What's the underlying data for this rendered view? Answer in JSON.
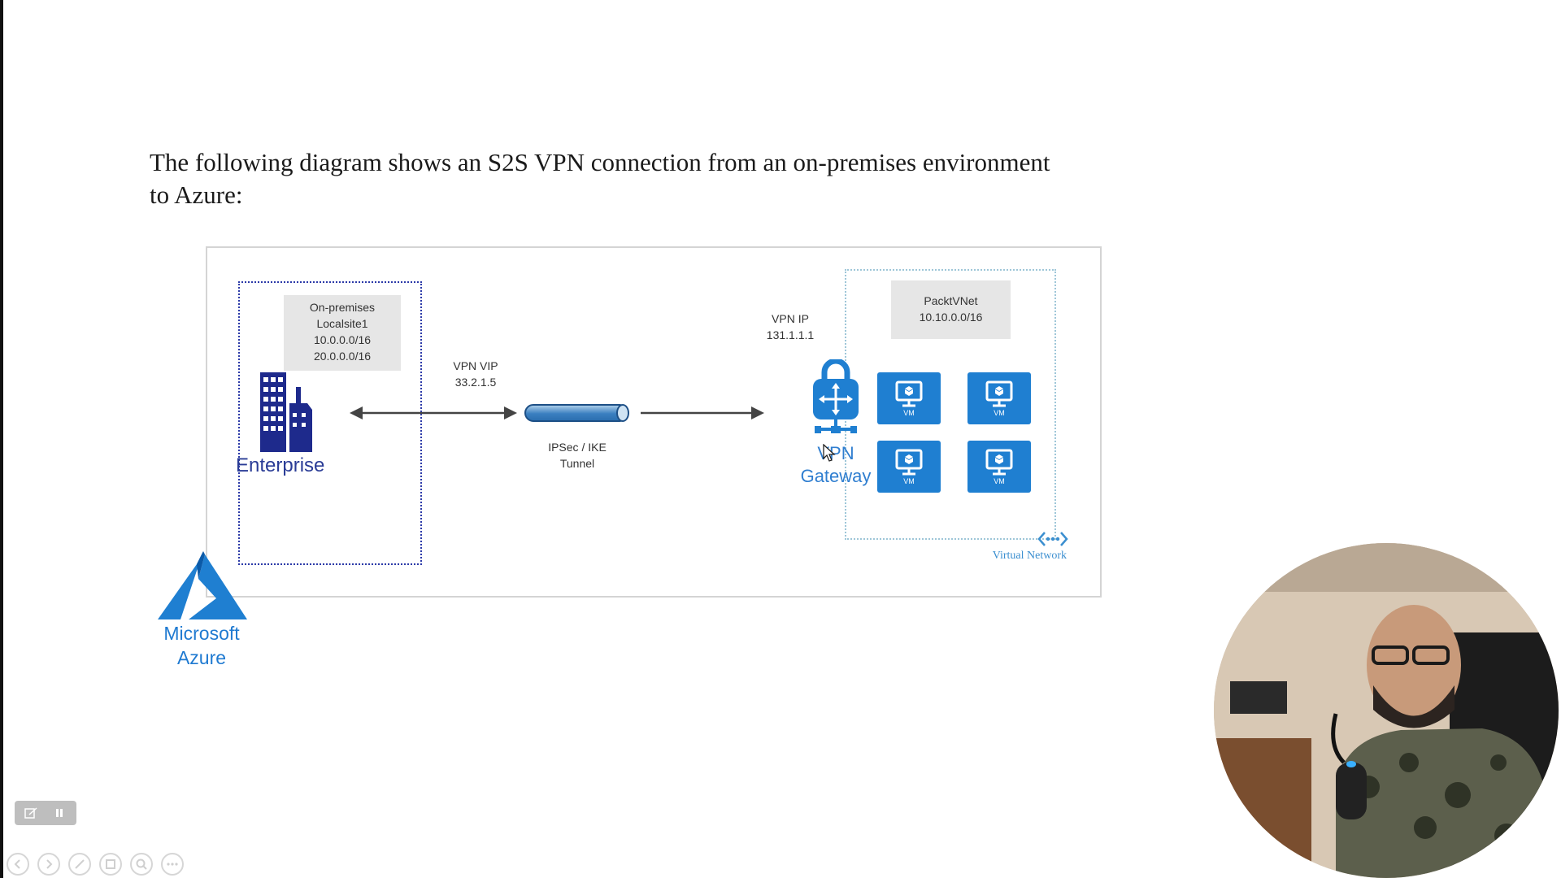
{
  "caption": {
    "line1": "The following diagram shows an S2S VPN connection from an on-premises environment",
    "line2": "to Azure:"
  },
  "diagram": {
    "onprem": {
      "lines": [
        "On-premises",
        "Localsite1",
        "10.0.0.0/16",
        "20.0.0.0/16"
      ],
      "label": "Enterprise"
    },
    "vpn_vip": {
      "lines": [
        "VPN VIP",
        "33.2.1.5"
      ]
    },
    "tunnel": {
      "lines": [
        "IPSec / IKE",
        "Tunnel"
      ]
    },
    "vpn_ip": {
      "lines": [
        "VPN IP",
        "131.1.1.1"
      ]
    },
    "gateway": {
      "lines": [
        "VPN",
        "Gateway"
      ]
    },
    "vnet": {
      "lines": [
        "PacktVNet",
        "10.10.0.0/16"
      ],
      "vm_label": "VM",
      "caption": "Virtual Network"
    },
    "azure": {
      "lines": [
        "Microsoft",
        "Azure"
      ]
    }
  },
  "colors": {
    "azure_blue": "#1f7fd1",
    "enterprise_navy": "#1e2a8c",
    "onprem_border": "#2c3aa8"
  },
  "icons": [
    "building-icon",
    "vpn-gateway-icon",
    "vm-icon",
    "virtual-network-icon",
    "azure-logo-icon",
    "pen-icon",
    "pause-icon"
  ]
}
